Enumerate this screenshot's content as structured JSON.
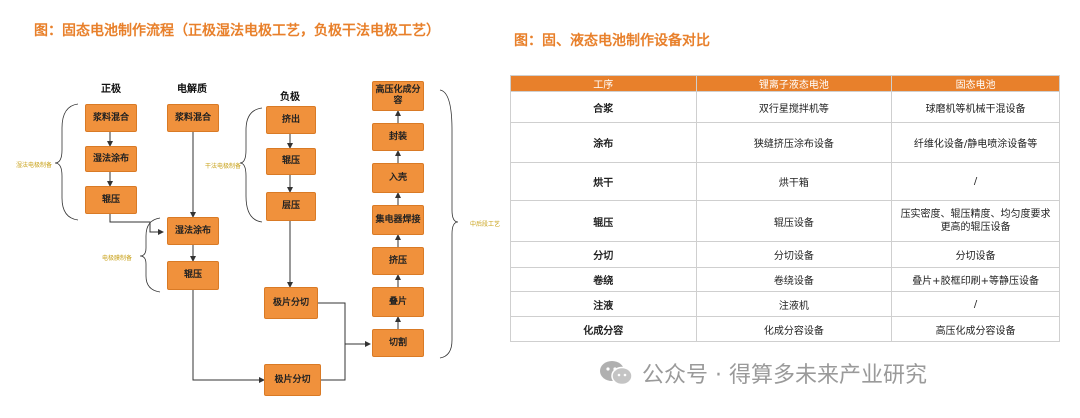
{
  "left_title": "图：固态电池制作流程（正极湿法电极工艺，负极干法电极工艺）",
  "right_title": "图：固、液态电池制作设备对比",
  "flow": {
    "col_headers": {
      "cathode": "正极",
      "electrolyte": "电解质",
      "anode": "负极"
    },
    "side_labels": {
      "wet": "湿法电极制备",
      "dry": "干法电极制备",
      "electrolyte_film": "电极膜制备",
      "mid_back": "中后段工艺"
    },
    "nodes": {
      "p_mix": "浆料混合",
      "p_coat": "湿法涂布",
      "p_roll": "辊压",
      "e_mix": "浆料混合",
      "e_coat": "湿法涂布",
      "e_roll": "辊压",
      "n_extrude": "挤出",
      "n_roll": "辊压",
      "n_lam": "层压",
      "cut1": "极片分切",
      "cut2": "极片分切",
      "b_form": "高压化成分容",
      "b_seal": "封装",
      "b_case": "入壳",
      "b_tab": "集电器焊接",
      "b_press": "挤压",
      "b_stack": "叠片",
      "b_cut": "切割"
    }
  },
  "table": {
    "headers": [
      "工序",
      "锂离子液态电池",
      "固态电池"
    ],
    "rows": [
      [
        "合浆",
        "双行星搅拌机等",
        "球磨机等机械干混设备"
      ],
      [
        "涂布",
        "狭缝挤压涂布设备",
        "纤维化设备/静电喷涂设备等"
      ],
      [
        "烘干",
        "烘干箱",
        "/"
      ],
      [
        "辊压",
        "辊压设备",
        "压实密度、辊压精度、均匀度要求更高的辊压设备"
      ],
      [
        "分切",
        "分切设备",
        "分切设备"
      ],
      [
        "卷绕",
        "卷绕设备",
        "叠片+胶框印刷+等静压设备"
      ],
      [
        "注液",
        "注液机",
        "/"
      ],
      [
        "化成分容",
        "化成分容设备",
        "高压化成分容设备"
      ]
    ]
  },
  "watermark": "公众号 · 得算多未来产业研究"
}
